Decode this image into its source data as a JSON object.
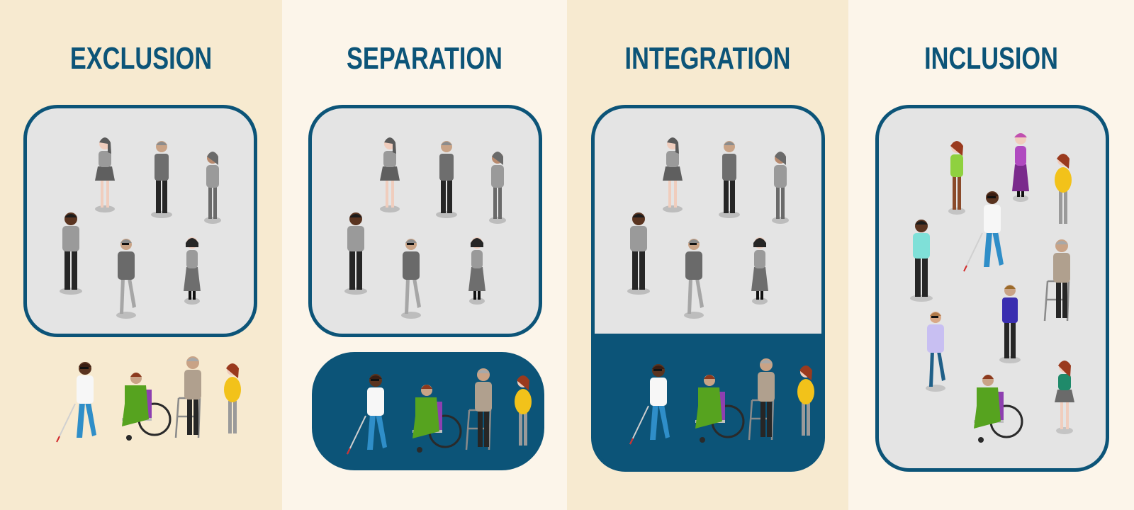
{
  "colors": {
    "bg_warm": "#f7ead0",
    "bg_light": "#fcf5ea",
    "accent_blue": "#0c5478",
    "box_grey": "#e4e4e4"
  },
  "panels": [
    {
      "title": "EXCLUSION",
      "concept": "Majority group in enclosed box; minority group outside"
    },
    {
      "title": "SEPARATION",
      "concept": "Majority group and minority group each in separate boxes"
    },
    {
      "title": "INTEGRATION",
      "concept": "Both groups in one box but in separate zones"
    },
    {
      "title": "INCLUSION",
      "concept": "All people mixed together in a single box"
    }
  ],
  "figures": {
    "majority": [
      "woman-skirt",
      "man-grey-shirt",
      "woman-grey-pants",
      "man-dark-skin",
      "man-sunglasses-walking",
      "woman-headband-skirt"
    ],
    "minority": [
      "blind-man-with-cane",
      "woman-wheelchair",
      "elderly-man-walker",
      "pregnant-woman"
    ]
  }
}
